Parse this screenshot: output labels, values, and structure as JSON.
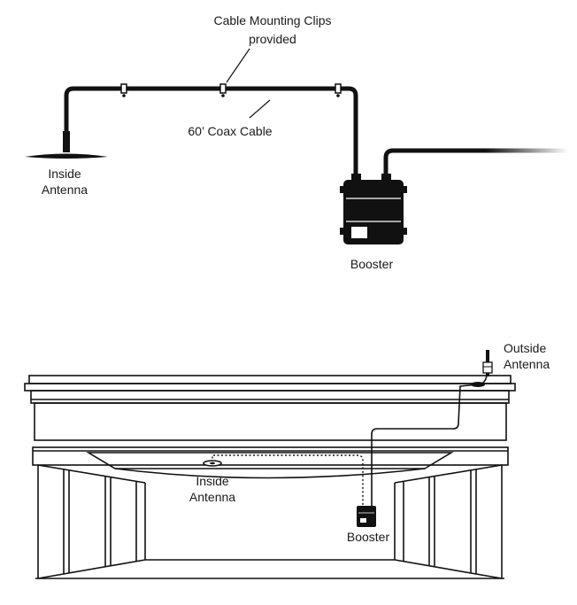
{
  "top_diagram": {
    "clips_label": "Cable Mounting Clips provided",
    "clips_label_lines": [
      "Cable Mounting Clips",
      "provided"
    ],
    "coax_label": "60’ Coax Cable",
    "inside_antenna_label_lines": [
      "Inside",
      "Antenna"
    ],
    "booster_label": "Booster"
  },
  "bottom_diagram": {
    "outside_antenna_label_lines": [
      "Outside",
      "Antenna"
    ],
    "inside_antenna_label_lines": [
      "Inside",
      "Antenna"
    ],
    "booster_label": "Booster"
  },
  "colors": {
    "ink": "#1a1a1a",
    "cable": "#111111"
  }
}
